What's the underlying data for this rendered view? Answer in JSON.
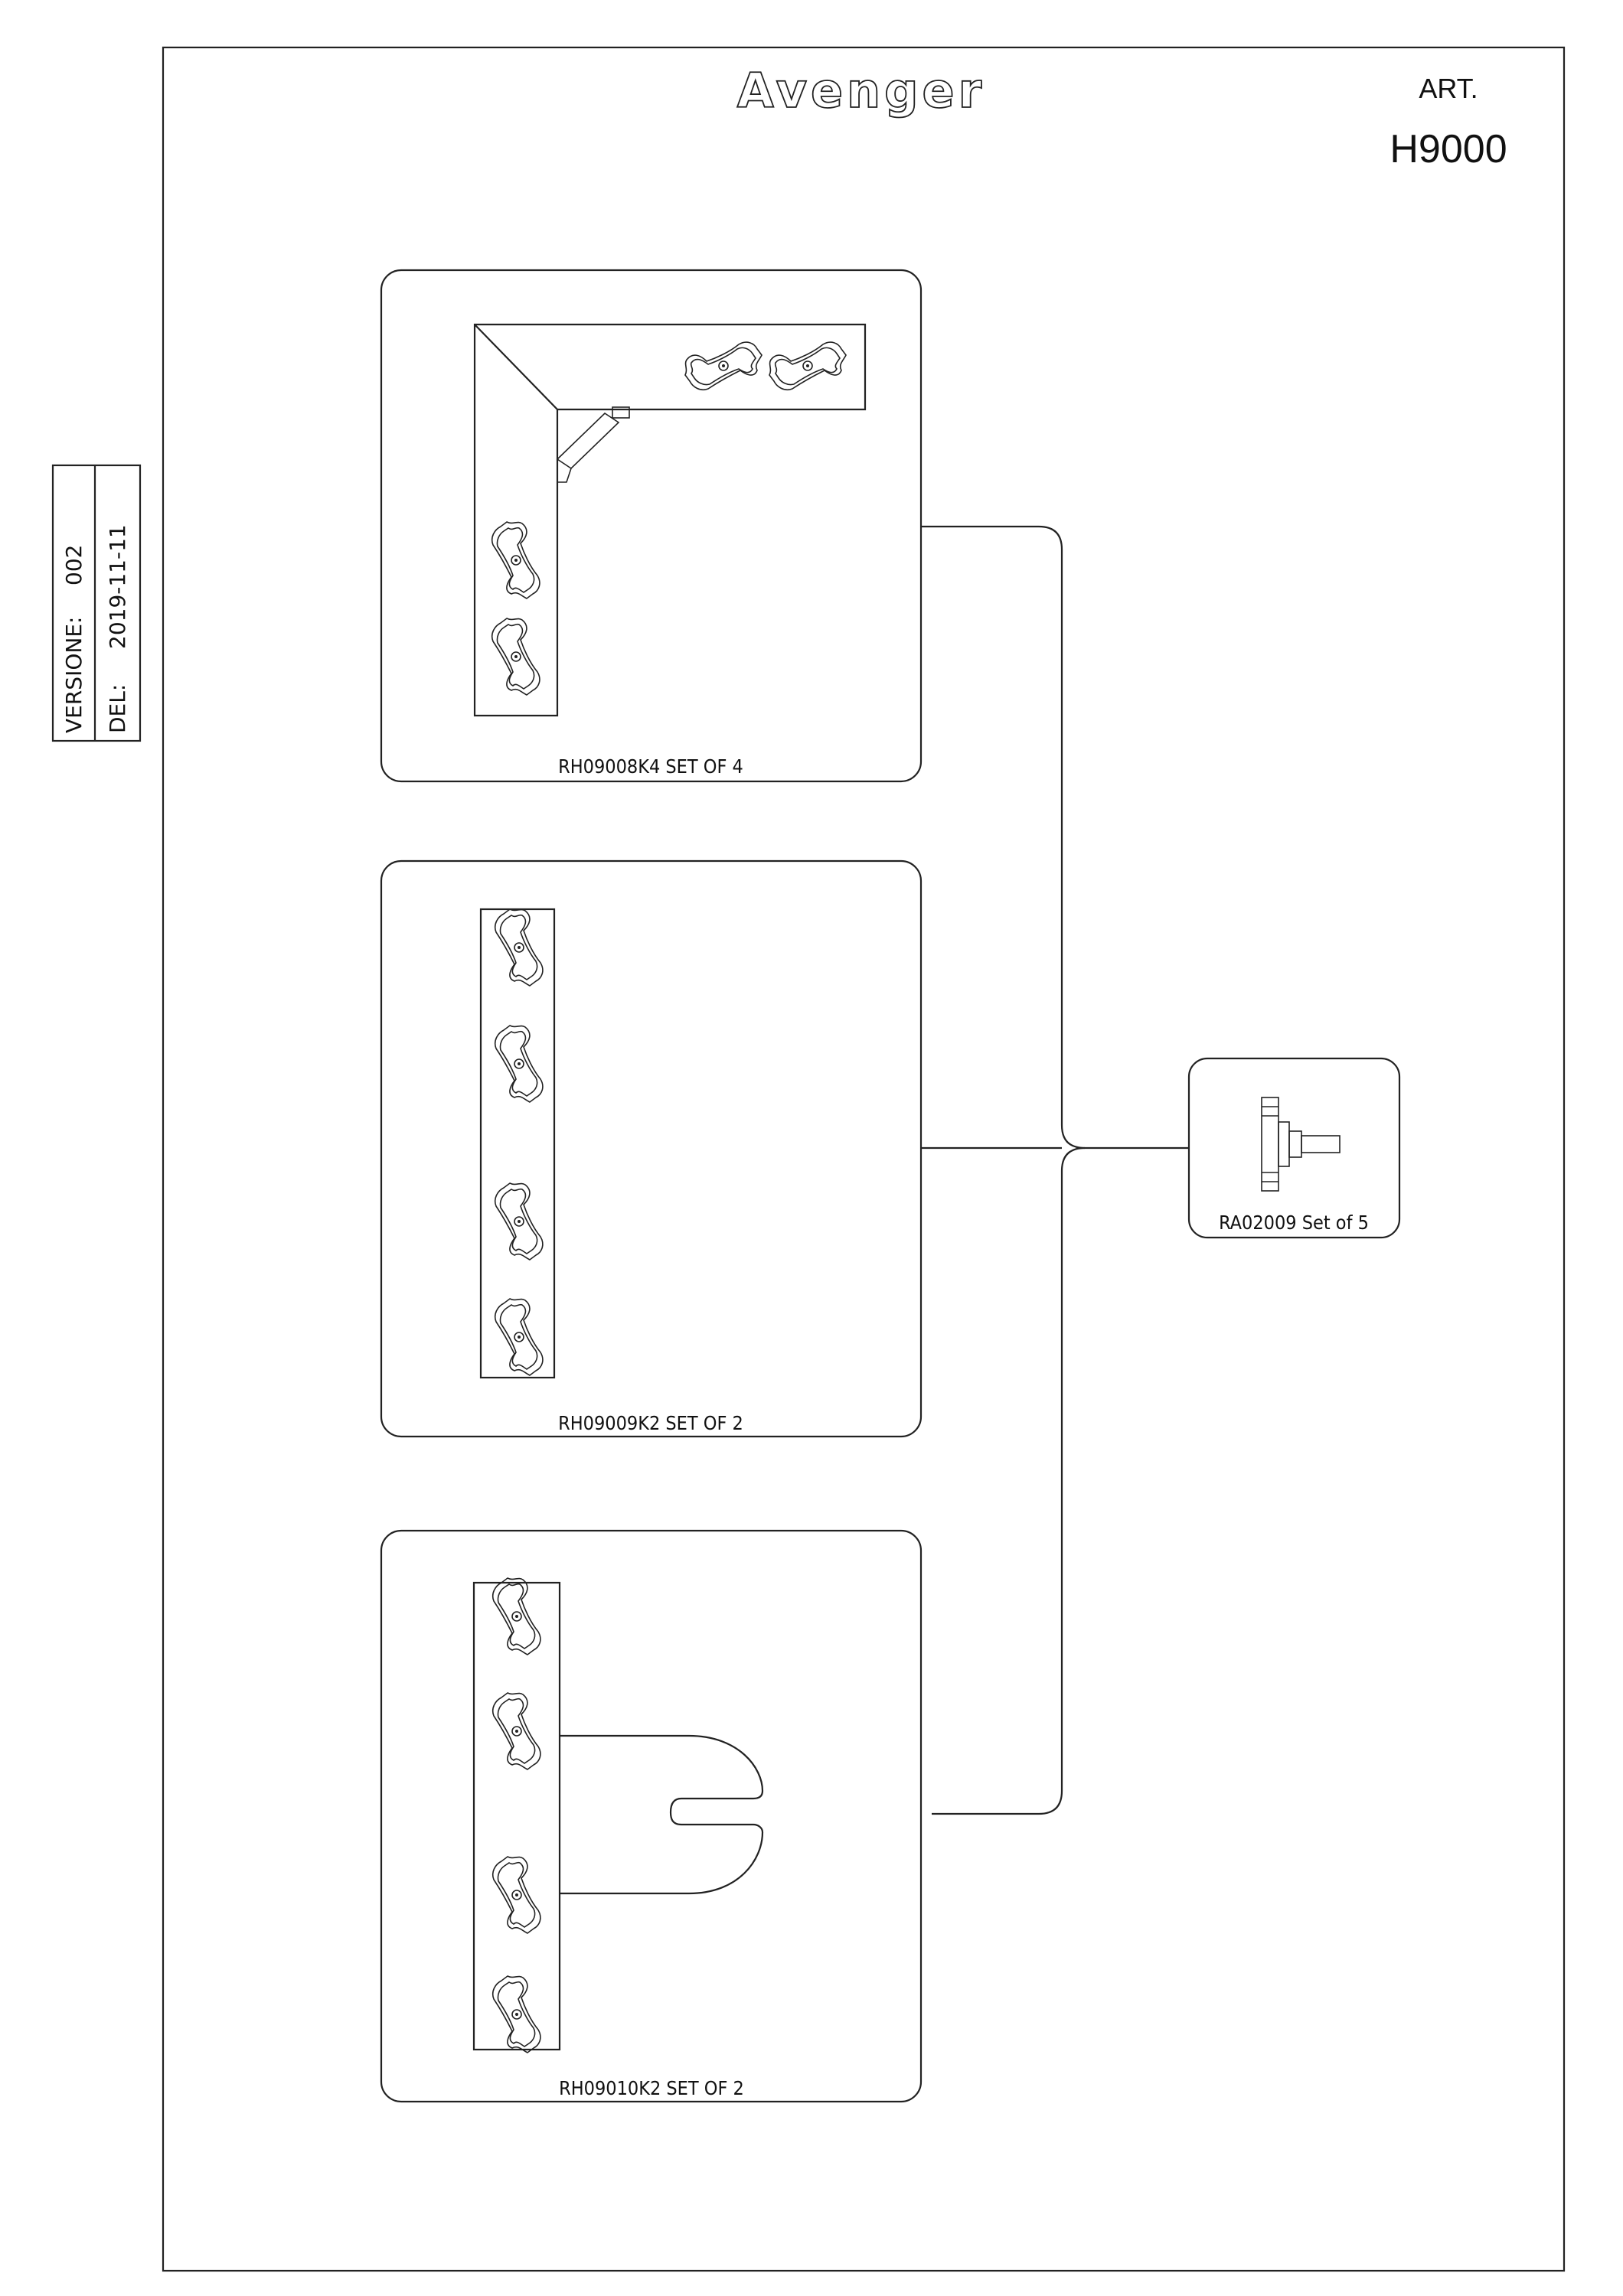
{
  "header": {
    "brand": "Avenger",
    "art_label": "ART.",
    "art_code": "H9000"
  },
  "side_box": {
    "version_label": "VERSIONE:",
    "version_value": "002",
    "date_label": "DEL:",
    "date_value": "2019-11-11"
  },
  "kits": [
    {
      "label": "RH09008K4 SET OF 4"
    },
    {
      "label": "RH09009K2  SET OF 2"
    },
    {
      "label": "RH09010K2 SET OF 2"
    }
  ],
  "accessory": {
    "label": "RA02009 Set of 5"
  }
}
